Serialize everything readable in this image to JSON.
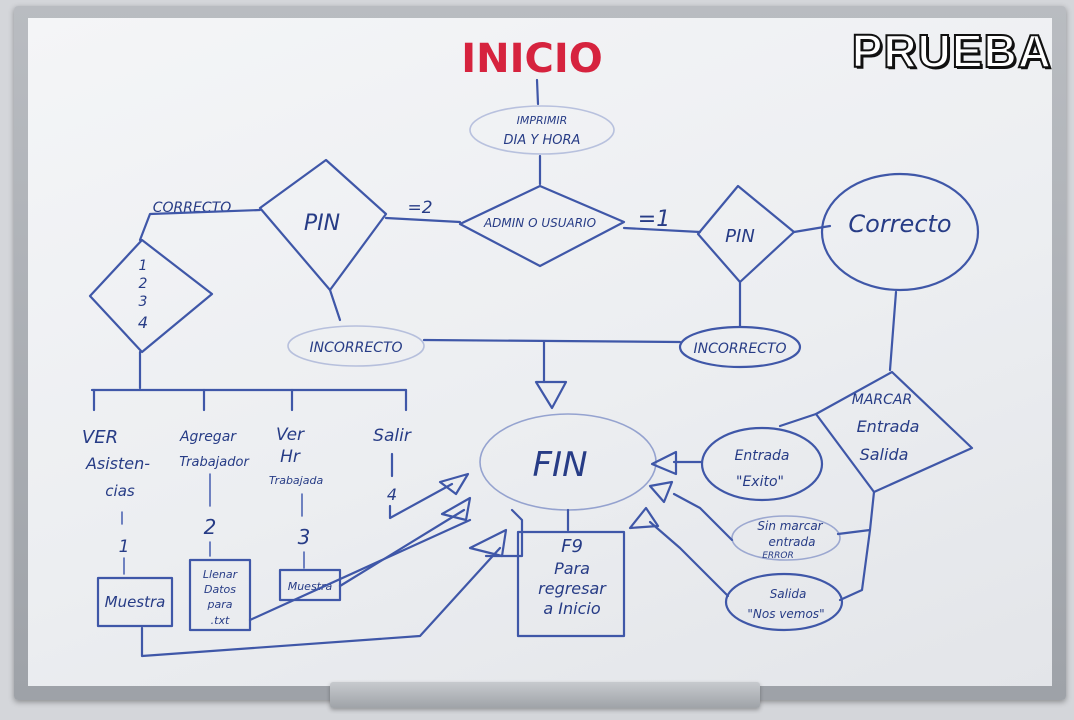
{
  "watermark": "PRUEBA",
  "board": {
    "inicio": "INICIO",
    "imprimir": "IMPRIMIR",
    "dia_hora": "DIA Y HORA",
    "admin_usuario": "ADMIN O USUARIO",
    "eq2": "=2",
    "eq1": "=1",
    "pin_left": "PIN",
    "pin_right": "PIN",
    "correcto_left": "CORRECTO",
    "correcto_right": "Correcto",
    "opciones": [
      "1",
      "2",
      "3",
      "4"
    ],
    "incorrecto_left": "INCORRECTO",
    "incorrecto_right": "INCORRECTO",
    "fin": "FIN",
    "marcar": [
      "MARCAR",
      "Entrada",
      "Salida"
    ],
    "entrada_exito": [
      "Entrada",
      "\"Exito\""
    ],
    "sin_marcar": [
      "Sin marcar",
      "entrada",
      "ERROR"
    ],
    "salida_nos_vemos": [
      "Salida",
      "\"Nos vemos\""
    ],
    "ver_asistencias": [
      "VER",
      "Asisten-",
      "cias"
    ],
    "agregar_trabajador": [
      "Agregar",
      "Trabajador"
    ],
    "ver_hr_trabajada": [
      "Ver",
      "Hr",
      "Trabajada"
    ],
    "salir": "Salir",
    "num_1": "1",
    "num_2": "2",
    "num_3": "3",
    "num_4": "4",
    "muestra_1": "Muestra",
    "llenar_datos": [
      "Llenar",
      "Datos",
      "para",
      ".txt"
    ],
    "muestra_3": "Muestra",
    "f9": [
      "F9",
      "Para",
      "regresar",
      "a Inicio"
    ],
    "ink_color": "#3f57a8",
    "title_color": "#d6233e"
  }
}
